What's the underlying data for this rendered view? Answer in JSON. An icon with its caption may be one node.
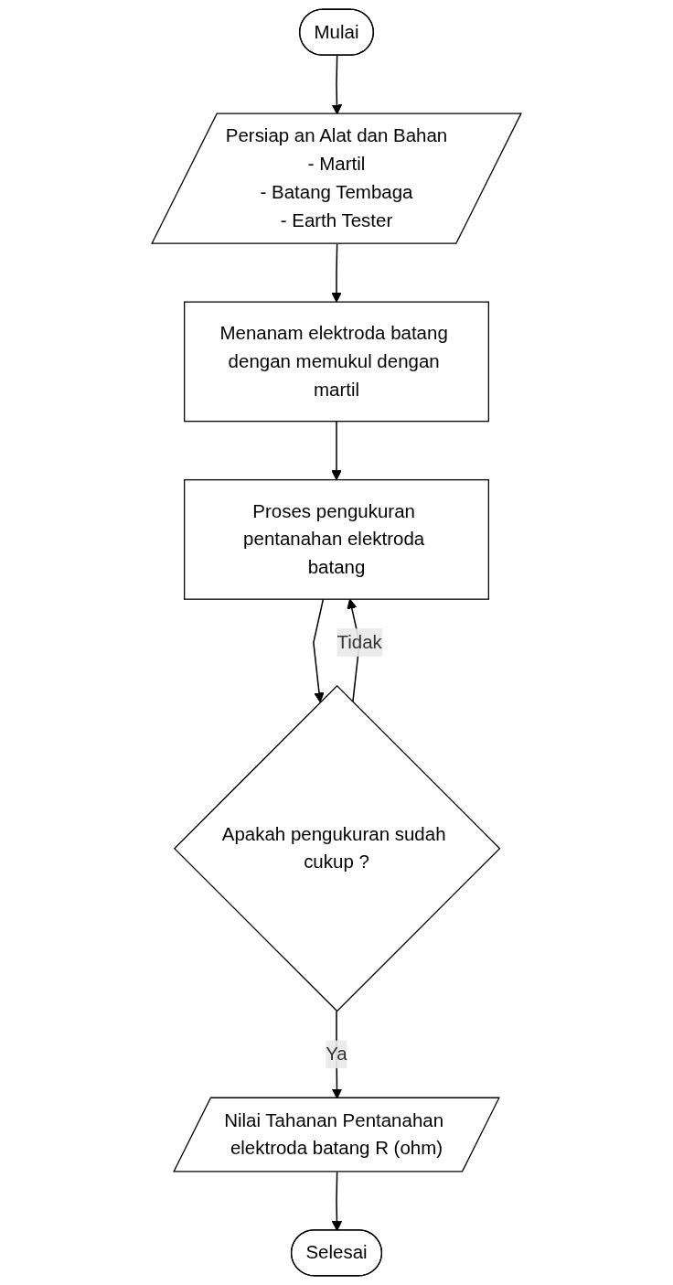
{
  "diagram": {
    "nodes": [
      {
        "text": [
          "Mulai"
        ]
      },
      {
        "text": [
          "Persiap an Alat dan Bahan",
          "- Martil",
          "- Batang Tembaga",
          "- Earth Tester"
        ]
      },
      {
        "text": [
          "Menanam elektroda batang dengan memukul dengan martil"
        ]
      },
      {
        "text": [
          "Proses pengukuran pentanahan elektroda batang"
        ]
      },
      {
        "text": [
          "Apakah pengukuran sudah cukup ?"
        ]
      },
      {
        "text": [
          "Nilai Tahanan Pentanahan elektroda batang R (ohm)"
        ]
      },
      {
        "text": [
          "Selesai"
        ]
      }
    ],
    "edges": [
      {
        "from": 0,
        "to": 1,
        "arrow": "to"
      },
      {
        "from": 1,
        "to": 2,
        "arrow": "to"
      },
      {
        "from": 2,
        "to": 3,
        "arrow": "to"
      },
      {
        "from": 3,
        "to": 4,
        "arrow": "to"
      },
      {
        "from": 4,
        "to": 5,
        "arrow": "to",
        "label": "Ya"
      },
      {
        "from": 5,
        "to": 6,
        "arrow": "to"
      },
      {
        "from": 4,
        "to": 3,
        "arrow": "to",
        "label": "Tidak"
      }
    ]
  }
}
